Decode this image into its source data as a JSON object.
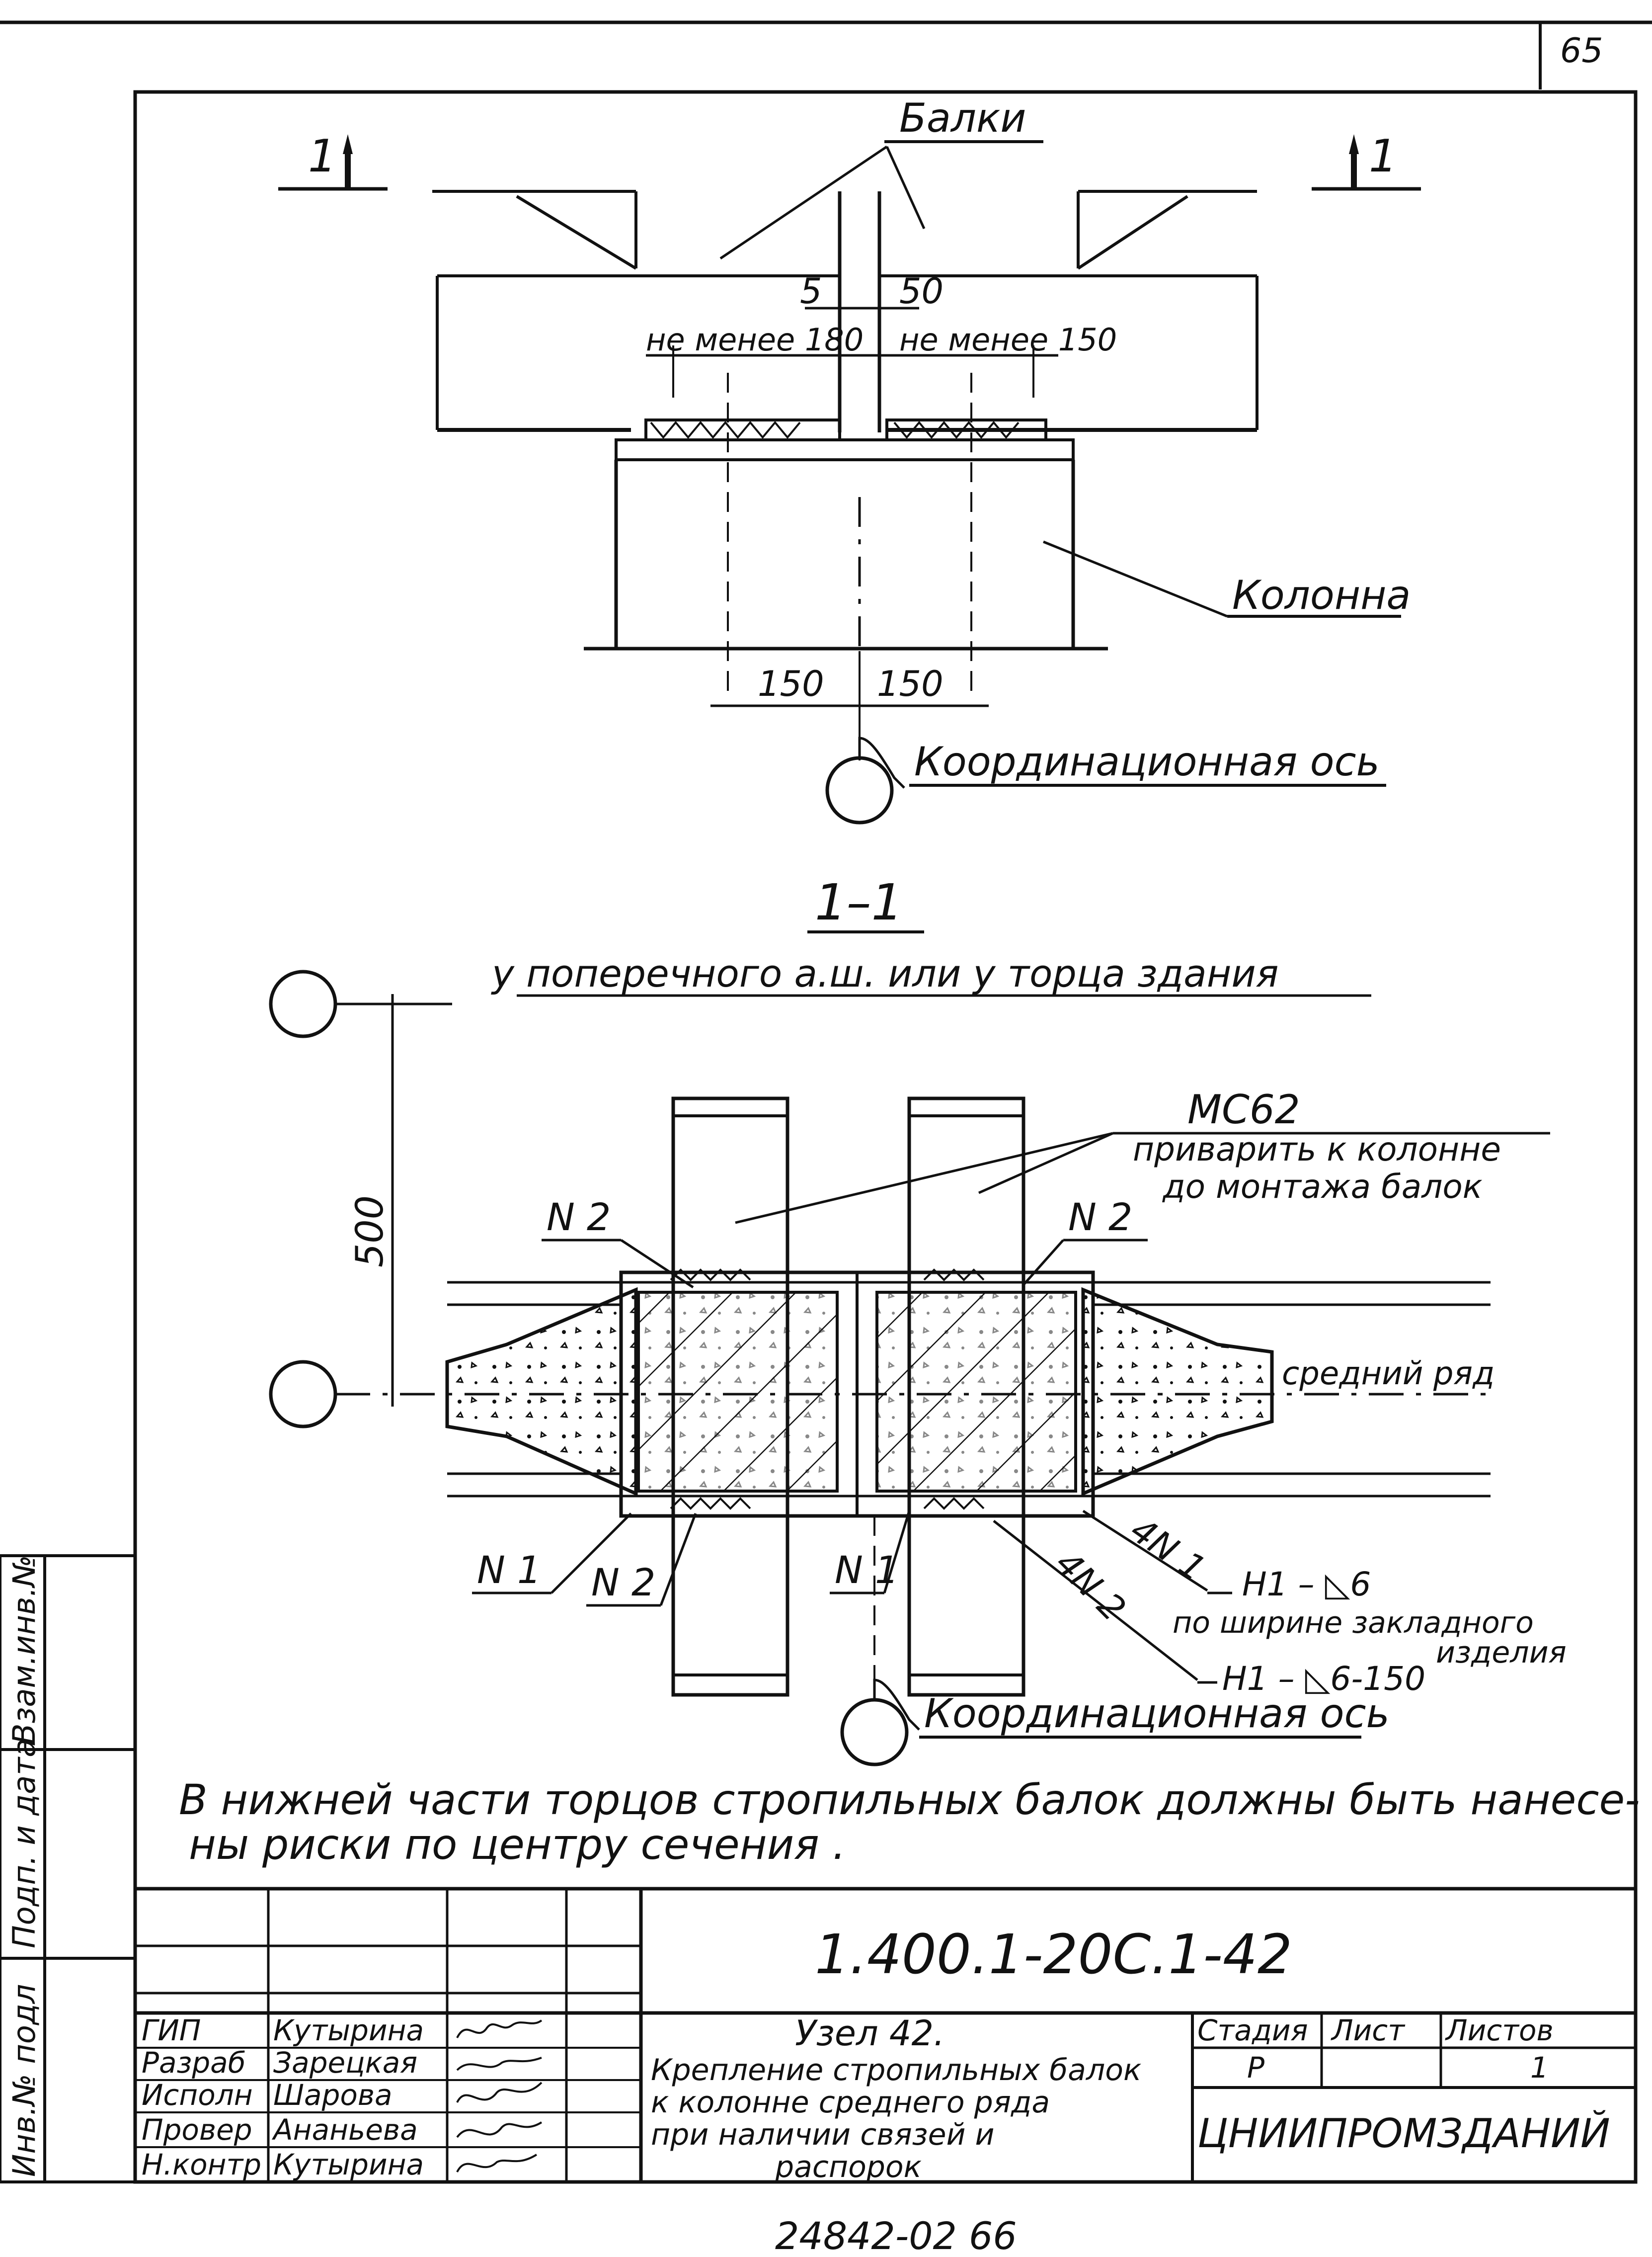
{
  "page_number": "65",
  "top_view": {
    "beams_label": "Балки",
    "section_mark_left": "1",
    "section_mark_right": "1",
    "gap_left": "5",
    "gap_right": "50",
    "min_left": "не менее 180",
    "min_right": "не менее 150",
    "column_label": "Колонна",
    "dim_left": "150",
    "dim_right": "150",
    "axis_label": "Координационная ось"
  },
  "section_view": {
    "title": "1–1",
    "subtitle": "у поперечного а.ш. или у торца здания",
    "dim_vertical": "500",
    "part_label": "МС62",
    "part_note_1": "приварить к колонне",
    "part_note_2": "до монтажа балок",
    "n2_left_top": "N 2",
    "n2_right_top": "N 2",
    "row_label": "средний ряд",
    "n1_left": "N 1",
    "n2_bottom": "N 2",
    "n1_center": "N 1",
    "weld_4n1": "4N 1",
    "weld_4n2": "4N 2",
    "weld_1": "Н1 – ◺6",
    "weld_note_1": "по ширине закладного",
    "weld_note_2": "изделия",
    "weld_2": "Н1 – ◺6-150",
    "axis_label": "Координационная ось"
  },
  "note": {
    "line1": "В нижней части торцов стропильных балок должны быть нанесе-",
    "line2": "ны риски по центру сечения ."
  },
  "left_margin": {
    "field1": "Инв.№ подл",
    "field2": "Подп. и дата",
    "field3": "Взам.инв.№"
  },
  "title_block": {
    "document_code": "1.400.1-20С.1-42",
    "roles": [
      "ГИП",
      "Разраб",
      "Исполн",
      "Провер",
      "Н.контр"
    ],
    "names": [
      "Кутырина",
      "Зарецкая",
      "Шарова",
      "Ананьева",
      "Кутырина"
    ],
    "title_1": "Узел 42.",
    "title_2": "Крепление стропильных балок",
    "title_3": "к колонне среднего ряда",
    "title_4": "при наличии связей и",
    "title_5": "распорок",
    "stage_header": "Стадия",
    "sheet_header": "Лист",
    "sheets_header": "Листов",
    "stage_value": "Р",
    "sheet_value": "",
    "sheets_value": "1",
    "organization": "ЦНИИПРОМЗДАНИЙ"
  },
  "bottom_number": "24842-02  66"
}
